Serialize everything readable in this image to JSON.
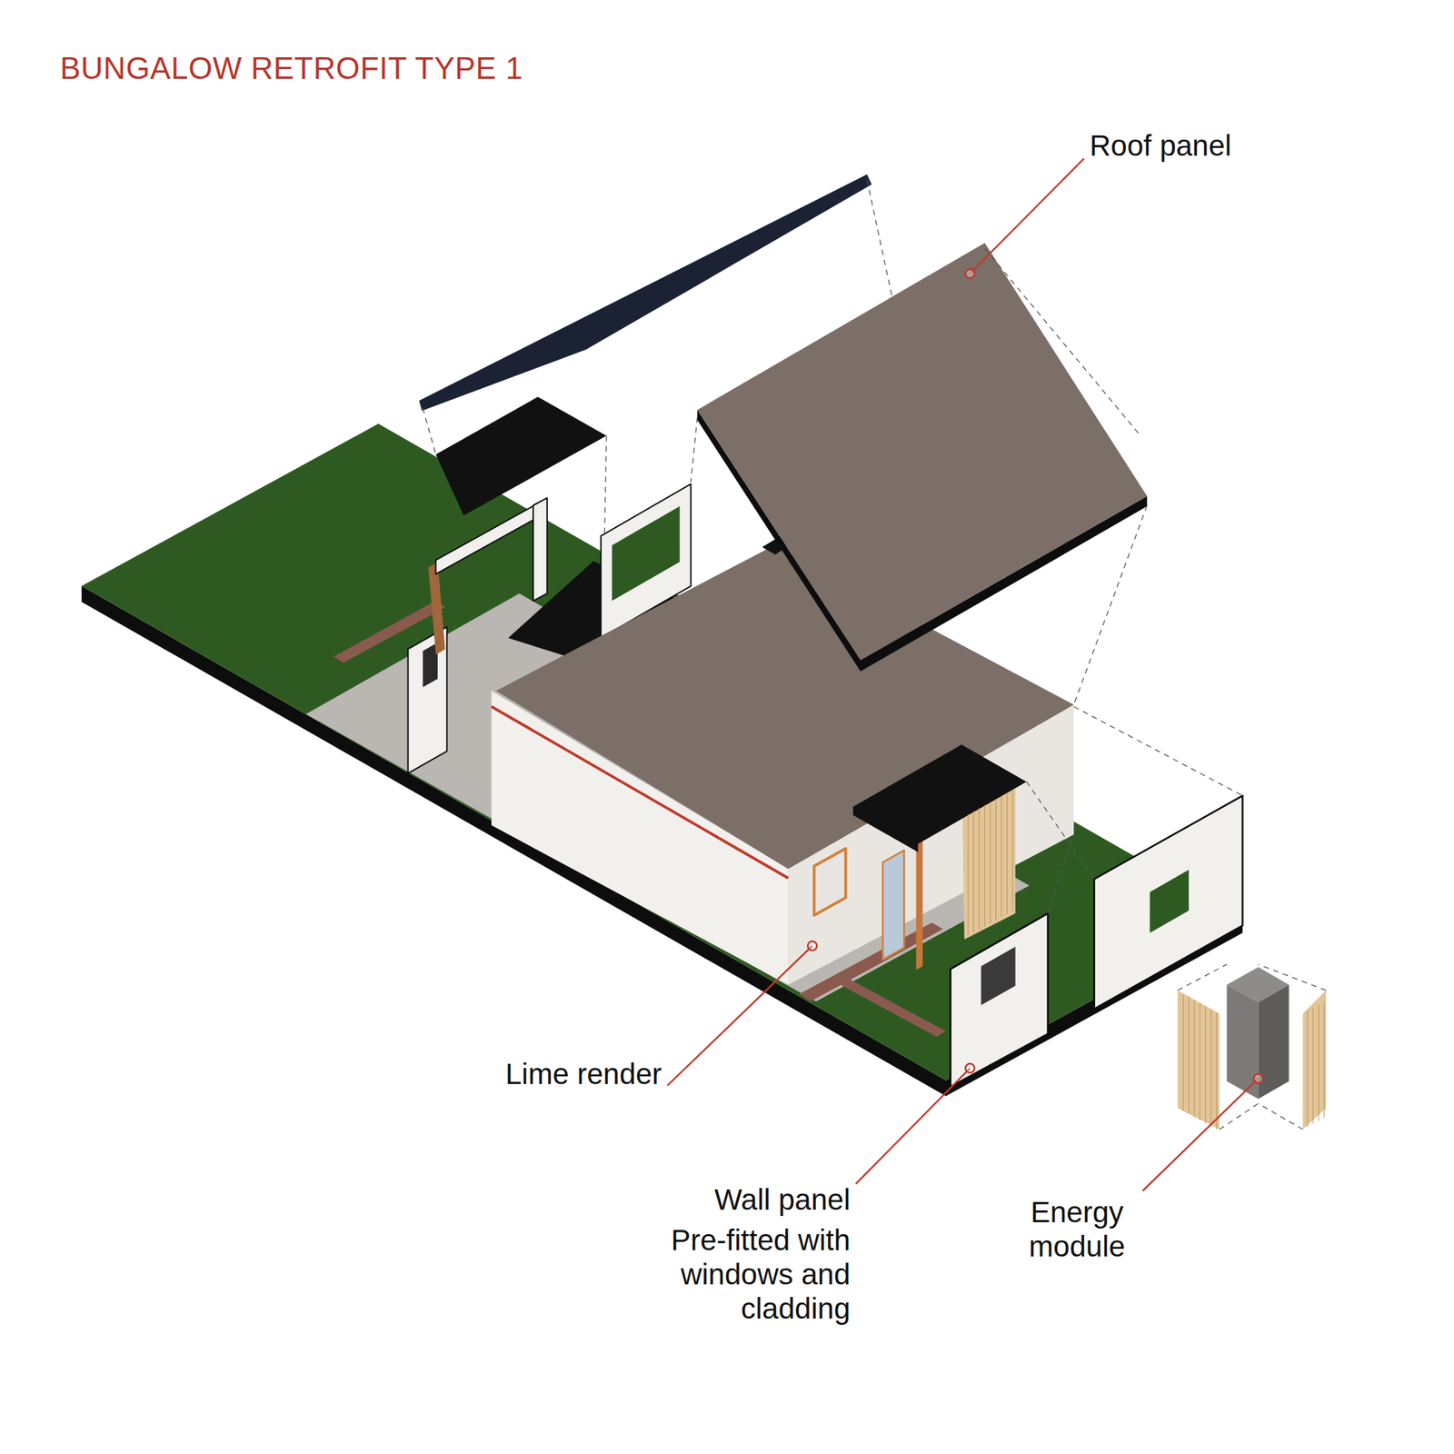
{
  "diagram": {
    "title": "BUNGALOW RETROFIT TYPE 1",
    "labels": [
      "Roof panel",
      "Lime render",
      "Wall panel",
      "Pre-fitted with windows and cladding",
      "Energy module"
    ]
  }
}
